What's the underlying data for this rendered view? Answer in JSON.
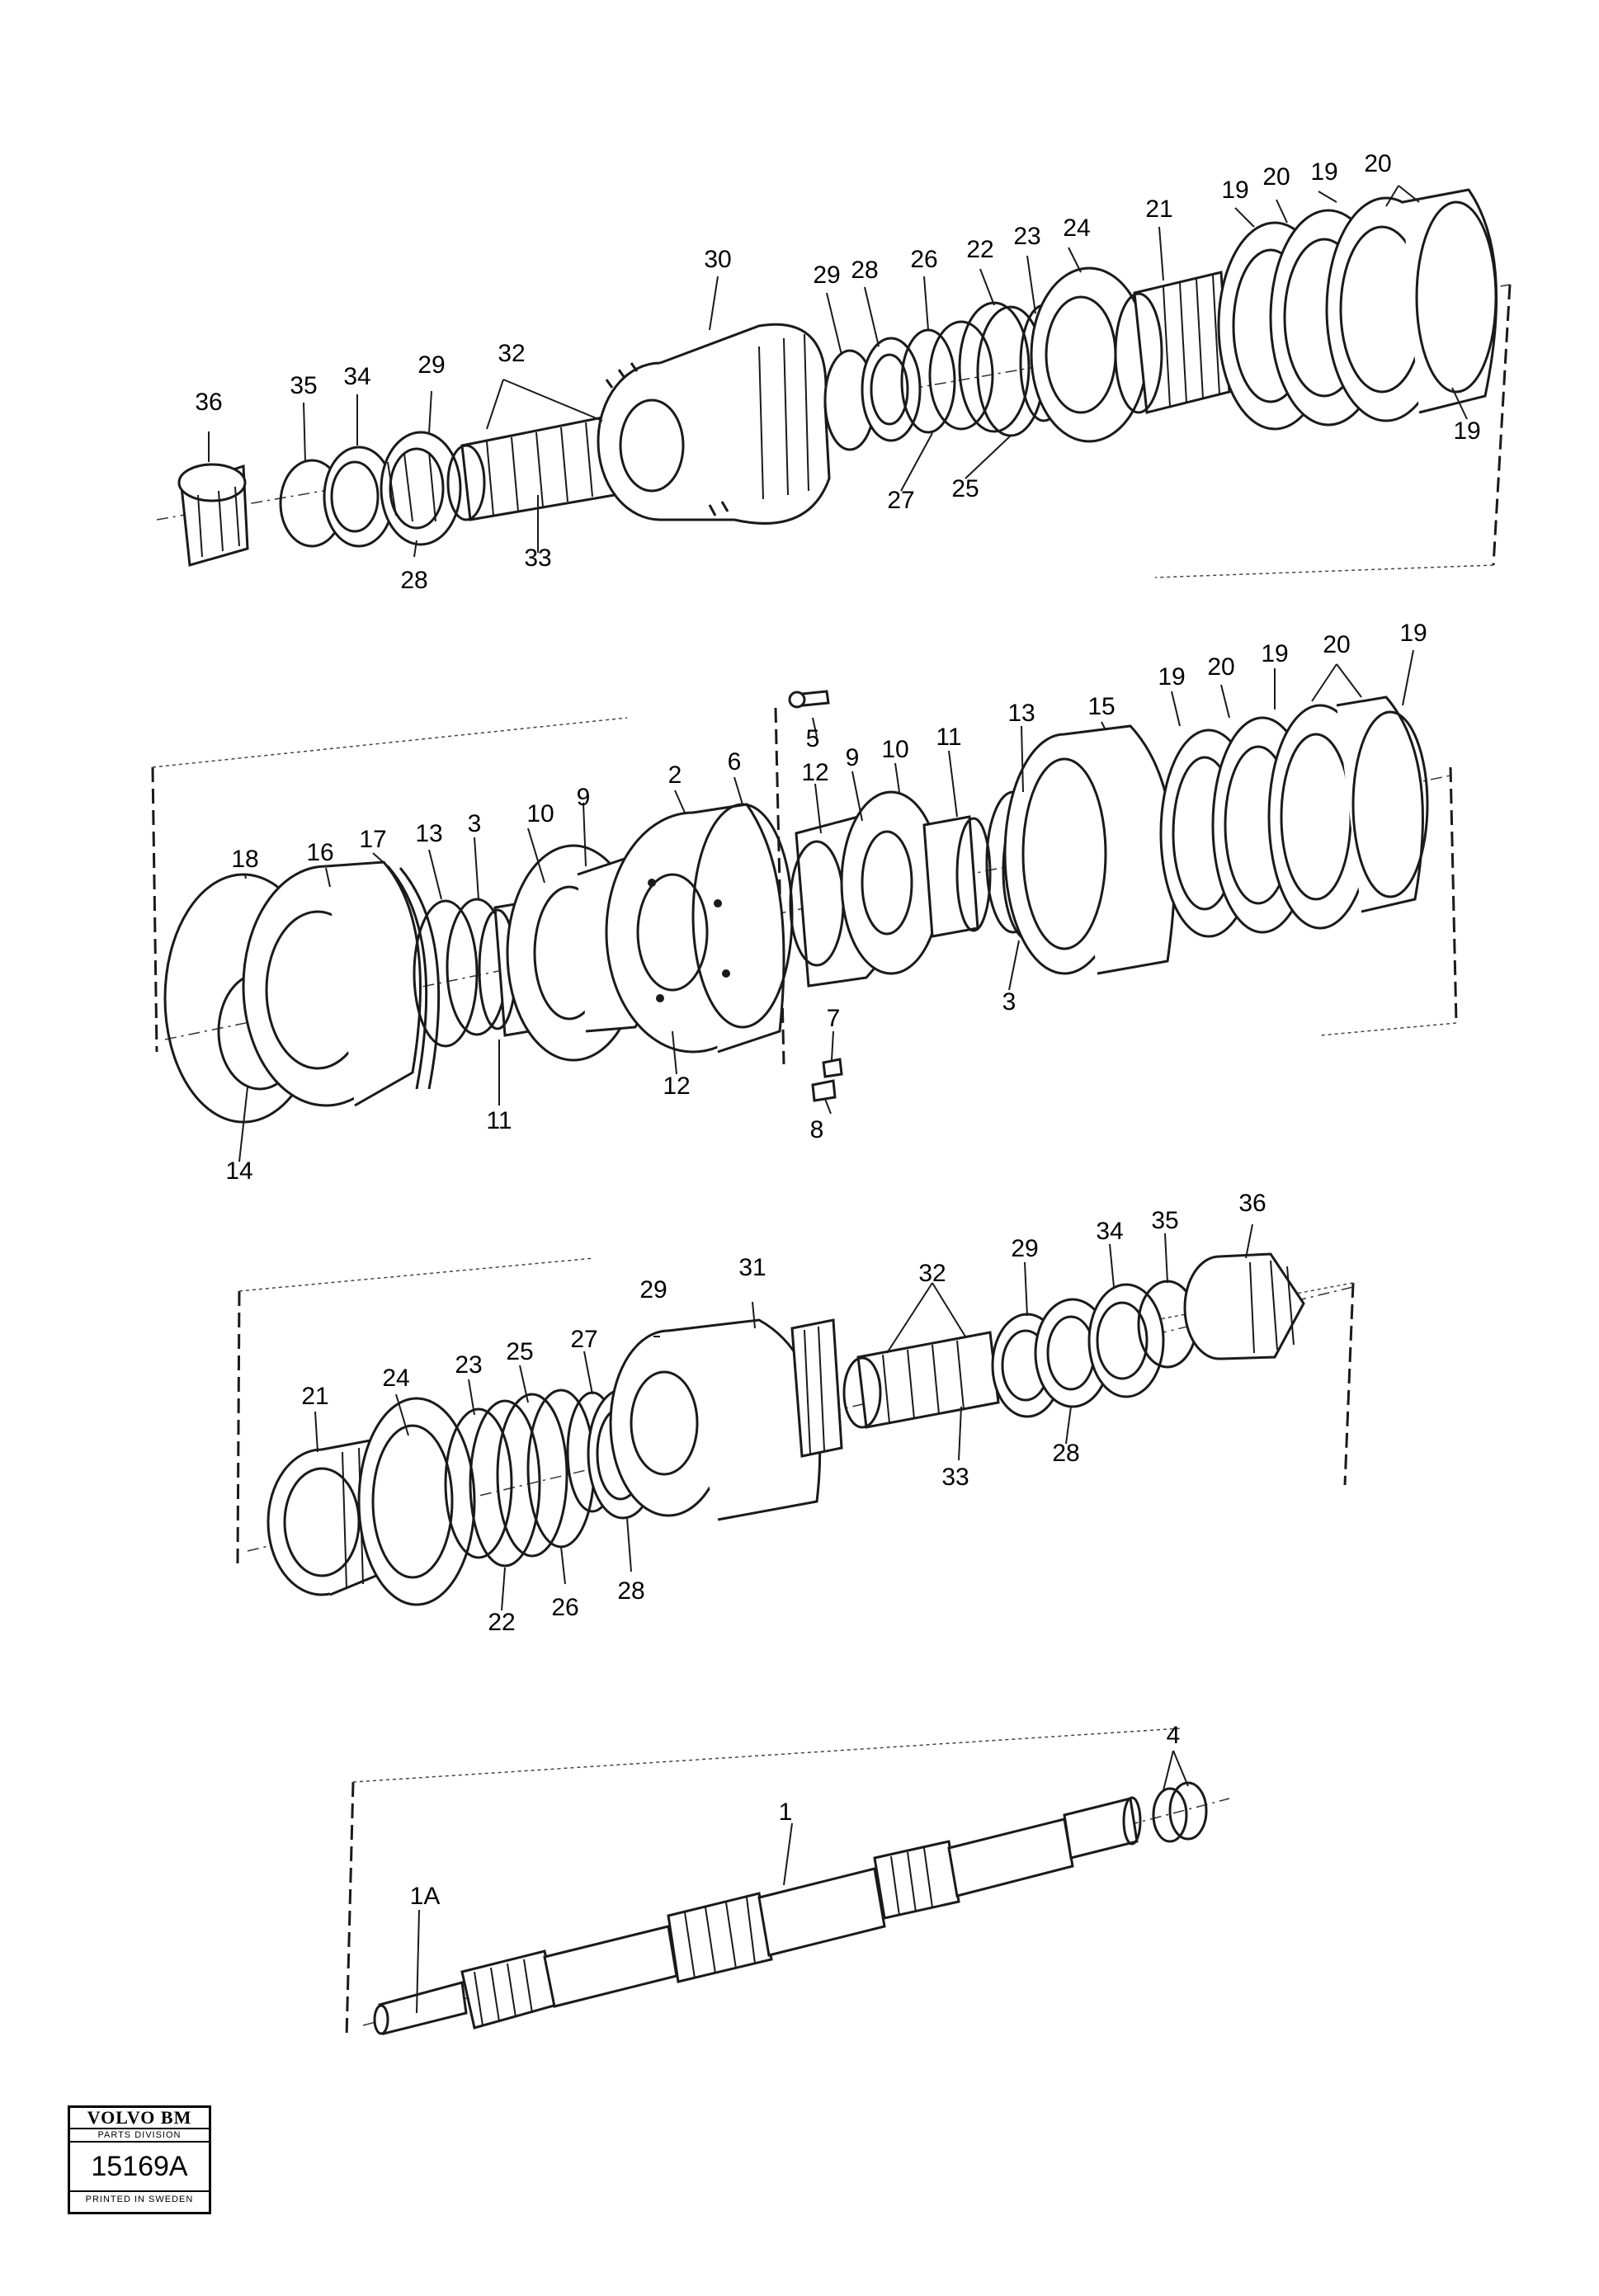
{
  "stamp": {
    "brand": "VOLVO BM",
    "division": "PARTS DIVISION",
    "ref": "15169A",
    "printed": "PRINTED IN SWEDEN"
  },
  "callouts": {
    "row1": [
      "36",
      "35",
      "34",
      "29",
      "32",
      "33",
      "28",
      "30",
      "29",
      "28",
      "26",
      "27",
      "22",
      "25",
      "23",
      "24",
      "21",
      "19",
      "20",
      "19",
      "20",
      "19"
    ],
    "row2": [
      "18",
      "16",
      "17",
      "13",
      "3",
      "10",
      "9",
      "2",
      "6",
      "5",
      "12",
      "9",
      "10",
      "11",
      "13",
      "15",
      "19",
      "20",
      "19",
      "20",
      "19",
      "14",
      "11",
      "12",
      "7",
      "8",
      "3"
    ],
    "row3": [
      "21",
      "24",
      "23",
      "25",
      "27",
      "29",
      "31",
      "32",
      "29",
      "34",
      "35",
      "36",
      "22",
      "26",
      "28",
      "33",
      "28"
    ],
    "row4": [
      "1A",
      "1",
      "4"
    ]
  }
}
